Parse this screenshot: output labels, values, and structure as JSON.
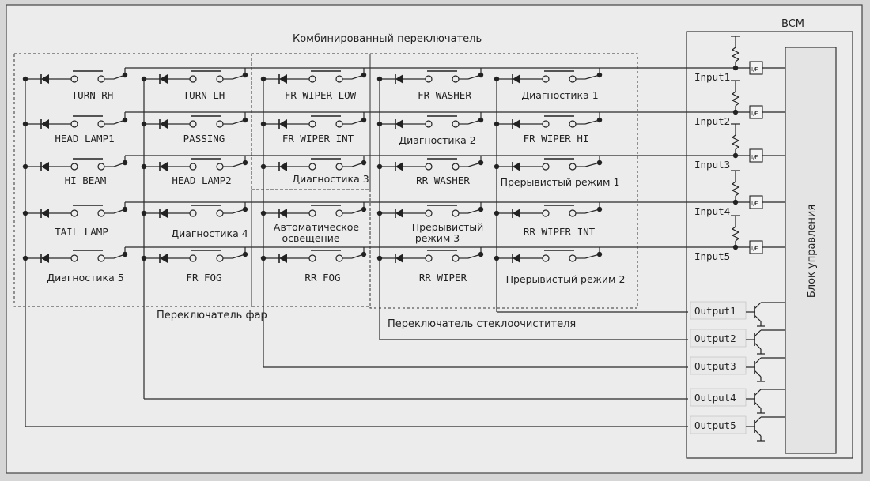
{
  "bcm_title": "BCM",
  "control_unit_label": "Блок управления",
  "combination_switch_label": "Комбинированный переключатель",
  "headlight_switch_label": "Переключатель фар",
  "wiper_switch_label": "Переключатель стеклоочистителя",
  "switches": {
    "turn_rh": "TURN RH",
    "turn_lh": "TURN LH",
    "fr_wiper_low": "FR WIPER LOW",
    "fr_washer": "FR WASHER",
    "diag1": "Диагностика 1",
    "head_lamp1": "HEAD LAMP1",
    "passing": "PASSING",
    "fr_wiper_int": "FR WIPER INT",
    "diag2": "Диагностика 2",
    "fr_wiper_hi": "FR WIPER HI",
    "hi_beam": "HI BEAM",
    "head_lamp2": "HEAD LAMP2",
    "diag3": "Диагностика 3",
    "rr_washer": "RR WASHER",
    "intermittent1": "Прерывистый режим 1",
    "tail_lamp": "TAIL LAMP",
    "diag4": "Диагностика 4",
    "auto_light_1": "Автоматическое",
    "auto_light_2": "освещение",
    "intermittent3_1": "Прерывистый",
    "intermittent3_2": "режим 3",
    "rr_wiper_int": "RR WIPER INT",
    "diag5": "Диагностика 5",
    "fr_fog": "FR FOG",
    "rr_fog": "RR FOG",
    "rr_wiper": "RR WIPER",
    "intermittent2": "Прерывистый режим 2"
  },
  "inputs": [
    "Input1",
    "Input2",
    "Input3",
    "Input4",
    "Input5"
  ],
  "outputs": [
    "Output1",
    "Output2",
    "Output3",
    "Output4",
    "Output5"
  ],
  "if_label": "I/F"
}
